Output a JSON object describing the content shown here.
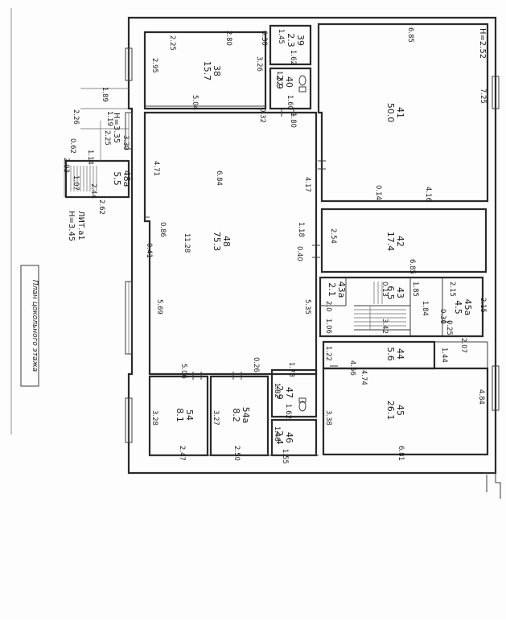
{
  "caption": "План цокольного этажа",
  "lit": {
    "line1": "ЛИТ.а1",
    "line2": "Н=3.45"
  },
  "rooms": {
    "r38": {
      "num": "38",
      "area": "15.7"
    },
    "r39": {
      "num": "39",
      "area": "2.3"
    },
    "r40": {
      "num": "40",
      "area": "2.9"
    },
    "r41": {
      "num": "41",
      "area": "50.0"
    },
    "r48a": {
      "num": "48а",
      "area": "5.5"
    },
    "r48": {
      "num": "48",
      "area": "75.3"
    },
    "r42": {
      "num": "42",
      "area": "17.4"
    },
    "r43a": {
      "num": "43а",
      "area": "2.1"
    },
    "r43": {
      "num": "43",
      "area": "6.5"
    },
    "r45a": {
      "num": "45а",
      "area": "4.5"
    },
    "r44": {
      "num": "44",
      "area": "5.6"
    },
    "r45": {
      "num": "45",
      "area": "26.1"
    },
    "r54": {
      "num": "54",
      "area": "8.1"
    },
    "r54a": {
      "num": "54а",
      "area": "8.2"
    },
    "r47": {
      "num": "47",
      "area": "2.9"
    },
    "r46": {
      "num": "46",
      "area": "2.4"
    }
  },
  "heights": {
    "h41": "Н=2.52",
    "h48a": "Н=3.35"
  },
  "dims": {
    "d225": "2.25",
    "d280": "2.80",
    "d030a": "0.30",
    "d145": "1.45",
    "d295": "2.95",
    "d326": "3.26",
    "d162a": "1.62",
    "d182a": "1.82",
    "d160": "1.60",
    "d504": "5.04",
    "d032": "0.32",
    "d180": "1.80",
    "d685": "6.85",
    "d725": "7.25",
    "d189": "1.89",
    "d226": "2.26",
    "d119": "1.19",
    "d062": "0.62",
    "d225b": "2.25",
    "d114": "1.14",
    "d330": "3.30",
    "d203": "2.03",
    "d107": "1.07",
    "d244": "2.44",
    "d262": "2.62",
    "d471": "4.71",
    "d684": "6.84",
    "d417": "4.17",
    "d014": "0.14",
    "d416": "4.16",
    "d086": "0.86",
    "d041": "0.41",
    "d1128": "11.28",
    "d118": "1.18",
    "d040": "0.40",
    "d254": "2.54",
    "d685b": "6.85",
    "d569": "5.69",
    "d535": "5.35",
    "d20": "2.0",
    "d013": "0.13",
    "d185": "1.85",
    "d215": "2.15",
    "d184": "1.84",
    "d030b": "0.30",
    "d215b": "2.15",
    "d025": "0.25",
    "d106": "1.06",
    "d342": "3.42",
    "d026": "0.26",
    "d506": "5.06",
    "d178": "1.78",
    "d122": "1.22",
    "d456": "4.56",
    "d207": "2.07",
    "d144": "1.44",
    "d474": "4.74",
    "d328": "3.28",
    "d327": "3.27",
    "d182b": "1.82",
    "d162b": "1.62",
    "d338": "3.38",
    "d484": "4.84",
    "d148": "1.48",
    "d247": "2.47",
    "d250": "2.50",
    "d155": "1.55",
    "d681": "6.81"
  }
}
